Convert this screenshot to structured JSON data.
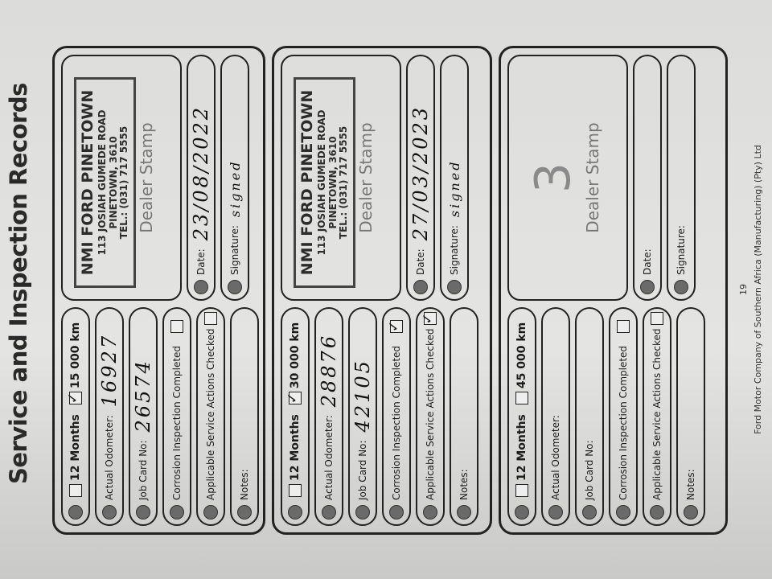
{
  "title": "Service and Inspection Records",
  "labels": {
    "months": "12 Months",
    "odometer": "Actual Odometer:",
    "job_card": "Job Card No:",
    "corrosion": "Corrosion Inspection Completed",
    "applicable": "Applicable Service Actions Checked",
    "notes": "Notes:",
    "dealer_stamp": "Dealer Stamp",
    "date": "Date:",
    "signature": "Signature:"
  },
  "sections": [
    {
      "number": "",
      "km": "15 000 km",
      "months_checked": false,
      "km_checked": true,
      "odometer": "16927",
      "job_card": "26574",
      "corrosion_checked": false,
      "applicable_checked": false,
      "notes": "",
      "date": "23/08/2022",
      "signature": "signed",
      "stamp": {
        "name": "NMI FORD PINETOWN",
        "address": "113 JOSIAH GUMEDE ROAD",
        "city": "PINETOWN, 3610",
        "tel": "TEL.: (031) 717 5555"
      }
    },
    {
      "number": "",
      "km": "30 000 km",
      "months_checked": false,
      "km_checked": true,
      "odometer": "28876",
      "job_card": "42105",
      "corrosion_checked": true,
      "applicable_checked": true,
      "notes": "",
      "date": "27/03/2023",
      "signature": "signed",
      "stamp": {
        "name": "NMI FORD PINETOWN",
        "address": "113 JOSIAH GUMEDE ROAD",
        "city": "PINETOWN, 3610",
        "tel": "TEL.: (031) 717 5555"
      }
    },
    {
      "number": "3",
      "km": "45 000 km",
      "months_checked": false,
      "km_checked": false,
      "odometer": "",
      "job_card": "",
      "corrosion_checked": false,
      "applicable_checked": false,
      "notes": "",
      "date": "",
      "signature": "",
      "stamp": null
    }
  ],
  "footer": {
    "page": "19",
    "company": "Ford Motor Company of Southern Africa (Manufacturing) (Pty) Ltd"
  }
}
